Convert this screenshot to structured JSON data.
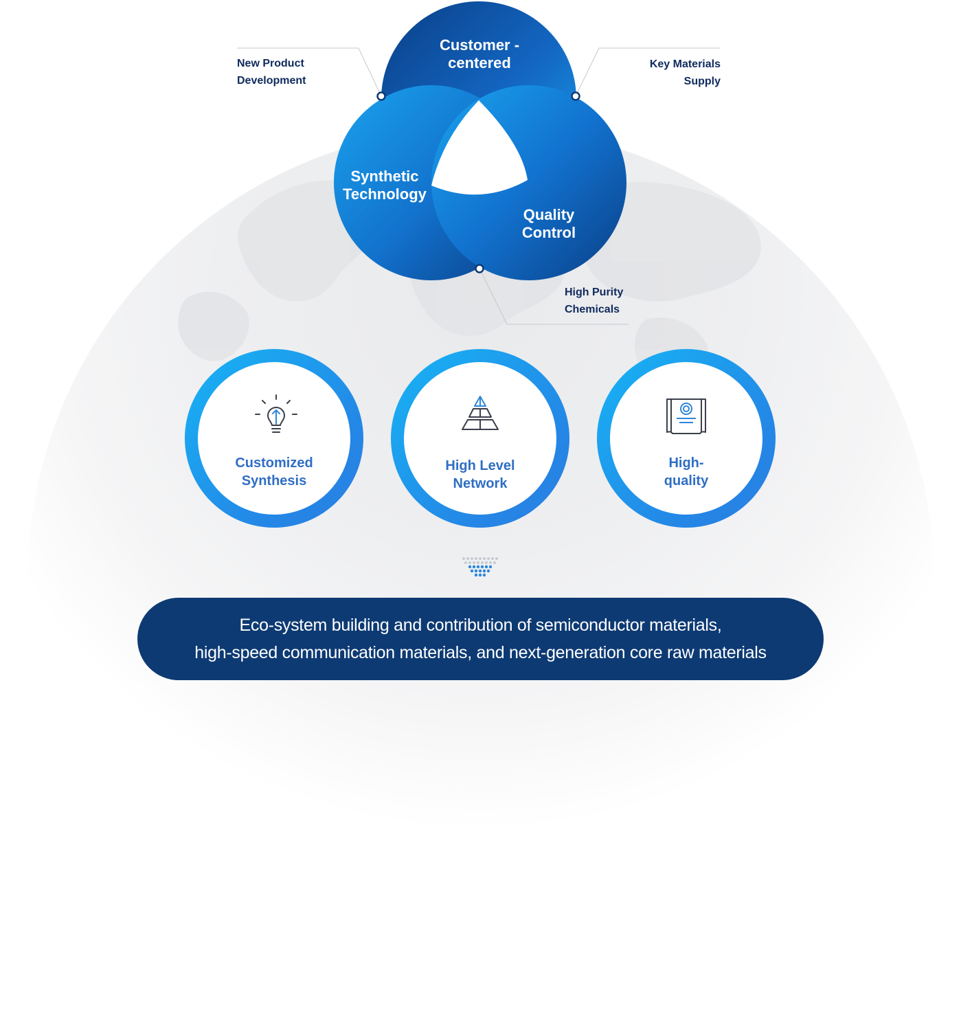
{
  "venn": {
    "customer": "Customer -\ncentered",
    "synthetic": "Synthetic\nTechnology",
    "quality": "Quality\nControl"
  },
  "callouts": {
    "new_product": "New Product\nDevelopment",
    "key_materials": "Key Materials\nSupply",
    "high_purity": "High Purity\nChemicals"
  },
  "rings": [
    {
      "icon": "lightbulb-icon",
      "label": "Customized\nSynthesis"
    },
    {
      "icon": "pyramid-icon",
      "label": "High Level\nNetwork"
    },
    {
      "icon": "certificate-icon",
      "label": "High-\nquality"
    }
  ],
  "banner": {
    "line1": "Eco-system building and contribution of semiconductor materials,",
    "line2": "high-speed communication materials, and next-generation core raw materials"
  },
  "colors": {
    "venn_dark": "#0a3f86",
    "venn_light": "#1a98e8",
    "ring_light": "#17b4f5",
    "ring_dark": "#2a7ee2",
    "ring_text": "#2f6ec4",
    "banner": "#0d3a73",
    "callout_text": "#0f2a5c"
  }
}
